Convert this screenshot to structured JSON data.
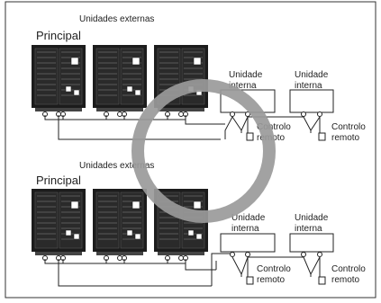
{
  "diagram": {
    "rows": [
      {
        "top_label": "Unidades externas",
        "principal_label": "Principal",
        "indoor_units": [
          {
            "label_line1": "Unidade",
            "label_line2": "interna",
            "remote_line1": "Controlo",
            "remote_line2": "remoto"
          },
          {
            "label_line1": "Unidade",
            "label_line2": "interna",
            "remote_line1": "Controlo",
            "remote_line2": "remoto"
          }
        ]
      },
      {
        "top_label": "Unidades externas",
        "principal_label": "Principal",
        "indoor_units": [
          {
            "label_line1": "Unidade",
            "label_line2": "interna",
            "remote_line1": "Controlo",
            "remote_line2": "remoto"
          },
          {
            "label_line1": "Unidade",
            "label_line2": "interna",
            "remote_line1": "Controlo",
            "remote_line2": "remoto"
          }
        ]
      }
    ],
    "colors": {
      "line": "#222222",
      "unit_fill": "#1c1c1c",
      "unit_panel": "#ffffff",
      "overlay_ring": "#9a9a9a",
      "frame": "#333333"
    },
    "overlay_symbol": "circle-symbol (correct)"
  }
}
